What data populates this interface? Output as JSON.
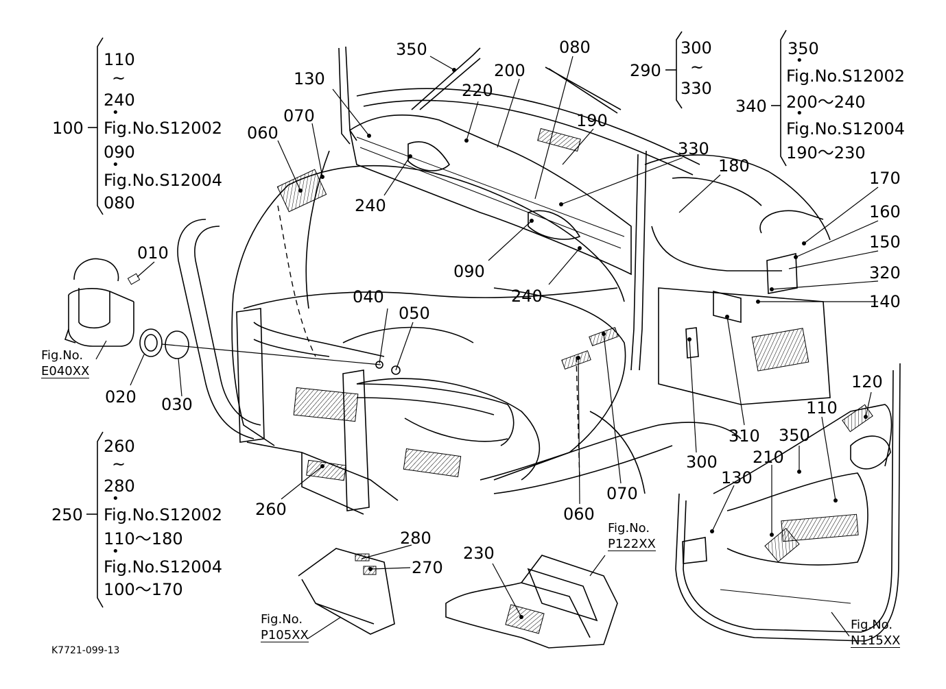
{
  "drawing_code": "K7721-099-13",
  "callouts": [
    {
      "id": "c350a",
      "text": "350"
    },
    {
      "id": "c080a",
      "text": "080"
    },
    {
      "id": "c200",
      "text": "200"
    },
    {
      "id": "c220",
      "text": "220"
    },
    {
      "id": "c130a",
      "text": "130"
    },
    {
      "id": "c070a",
      "text": "070"
    },
    {
      "id": "c060a",
      "text": "060"
    },
    {
      "id": "c190",
      "text": "190"
    },
    {
      "id": "c330",
      "text": "330"
    },
    {
      "id": "c180",
      "text": "180"
    },
    {
      "id": "c240a",
      "text": "240"
    },
    {
      "id": "c090",
      "text": "090"
    },
    {
      "id": "c240b",
      "text": "240"
    },
    {
      "id": "c170",
      "text": "170"
    },
    {
      "id": "c160",
      "text": "160"
    },
    {
      "id": "c150",
      "text": "150"
    },
    {
      "id": "c320",
      "text": "320"
    },
    {
      "id": "c140",
      "text": "140"
    },
    {
      "id": "c010",
      "text": "010"
    },
    {
      "id": "c040",
      "text": "040"
    },
    {
      "id": "c050",
      "text": "050"
    },
    {
      "id": "c020",
      "text": "020"
    },
    {
      "id": "c030",
      "text": "030"
    },
    {
      "id": "c120",
      "text": "120"
    },
    {
      "id": "c110",
      "text": "110"
    },
    {
      "id": "c310",
      "text": "310"
    },
    {
      "id": "c350b",
      "text": "350"
    },
    {
      "id": "c300",
      "text": "300"
    },
    {
      "id": "c210",
      "text": "210"
    },
    {
      "id": "c130b",
      "text": "130"
    },
    {
      "id": "c070b",
      "text": "070"
    },
    {
      "id": "c060b",
      "text": "060"
    },
    {
      "id": "c260",
      "text": "260"
    },
    {
      "id": "c280",
      "text": "280"
    },
    {
      "id": "c270",
      "text": "270"
    },
    {
      "id": "c230",
      "text": "230"
    }
  ],
  "groups": {
    "g100": {
      "parent": "100",
      "lines": [
        "110",
        "~",
        "240",
        "•",
        "Fig.No.S12002",
        "090",
        "•",
        "Fig.No.S12004",
        "080"
      ]
    },
    "g290": {
      "parent": "290",
      "lines": [
        "300",
        "~",
        "330"
      ]
    },
    "g340": {
      "parent": "340",
      "lines": [
        "350",
        "•",
        "Fig.No.S12002",
        "200～240",
        "•",
        "Fig.No.S12004",
        "190～230"
      ]
    },
    "g250": {
      "parent": "250",
      "lines": [
        "260",
        "~",
        "280",
        "•",
        "Fig.No.S12002",
        "110～180",
        "•",
        "Fig.No.S12004",
        "100～170"
      ]
    }
  },
  "figrefs": {
    "e040": {
      "label": "Fig.No.",
      "code": "E040XX"
    },
    "p105": {
      "label": "Fig.No.",
      "code": "P105XX"
    },
    "p122": {
      "label": "Fig.No.",
      "code": "P122XX"
    },
    "n115": {
      "label": "Fig.No.",
      "code": "N115XX"
    }
  }
}
